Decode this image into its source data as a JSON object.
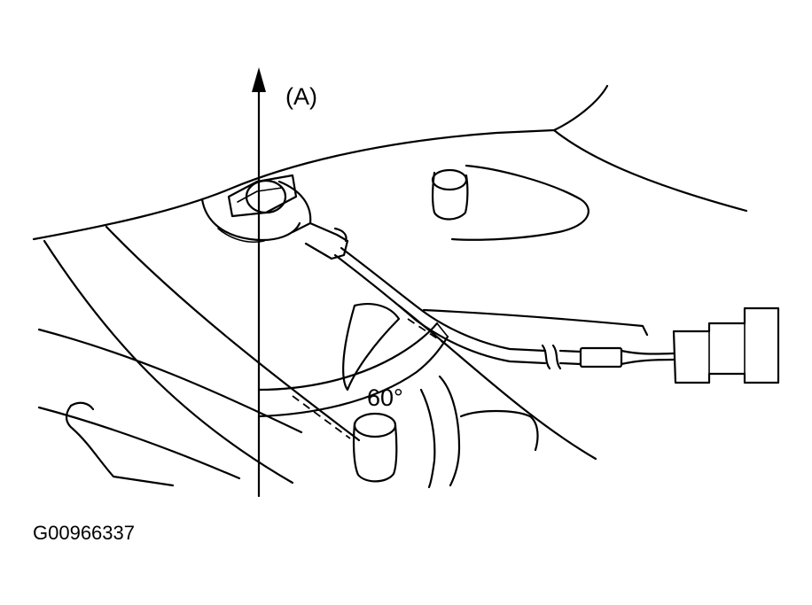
{
  "diagram": {
    "axis_label": "(A)",
    "angle_label": "60°",
    "figure_id": "G00966337",
    "colors": {
      "line": "#000000",
      "background": "#ffffff"
    },
    "parts": [
      "reference-axis-arrow",
      "sensor-nut",
      "sensor-body",
      "sensor-cable",
      "cable-break-mark",
      "connector-plug",
      "angle-arc",
      "boss-front",
      "boss-lower",
      "engine-block-outline"
    ]
  }
}
